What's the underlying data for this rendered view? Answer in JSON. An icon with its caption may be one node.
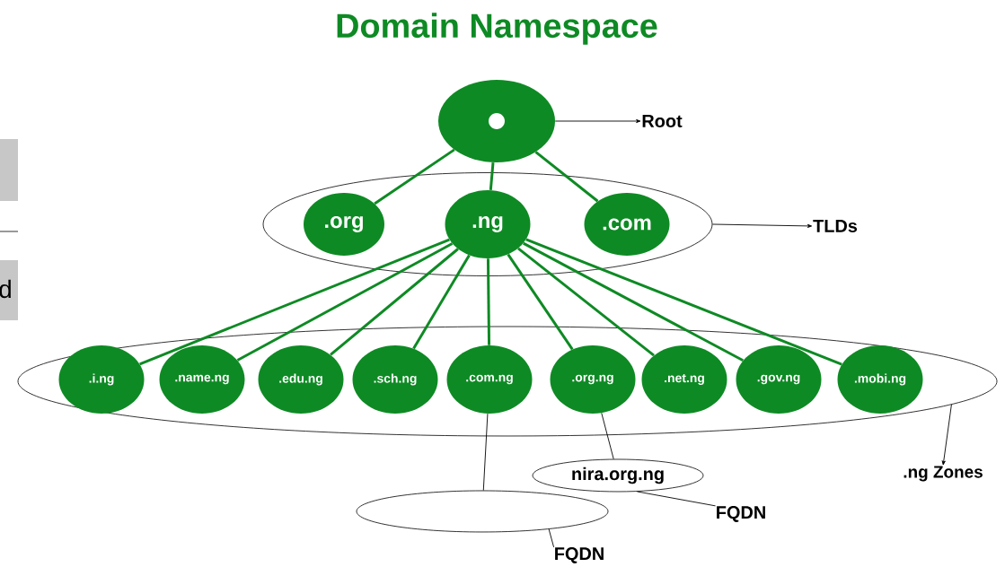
{
  "diagram": {
    "title": "Domain Namespace",
    "nodes": [
      {
        "text": [],
        "shape": "ellipse"
      },
      {
        "text": [],
        "shape": "ellipse"
      },
      {
        "text": [
          ".org"
        ],
        "in": 1
      },
      {
        "text": [
          ".ng"
        ],
        "in": 1
      },
      {
        "text": [
          ".com"
        ],
        "in": 1
      },
      {
        "text": [],
        "shape": "ellipse"
      },
      {
        "text": [
          ".i.ng"
        ],
        "in": 5
      },
      {
        "text": [
          ".name.ng"
        ],
        "in": 5
      },
      {
        "text": [
          ".edu.ng"
        ],
        "in": 5
      },
      {
        "text": [
          ".sch.ng"
        ],
        "in": 5
      },
      {
        "text": [
          ".com.ng"
        ],
        "in": 5
      },
      {
        "text": [
          ".org.ng"
        ],
        "in": 5
      },
      {
        "text": [
          ".net.ng"
        ],
        "in": 5
      },
      {
        "text": [
          ".gov.ng"
        ],
        "in": 5
      },
      {
        "text": [
          ".mobi.ng"
        ],
        "in": 5
      },
      {
        "text": [
          "nira.org.ng"
        ]
      },
      {
        "text": [],
        "shape": "ellipse"
      },
      {
        "text": [
          "Root"
        ]
      },
      {
        "text": [
          "TLDs"
        ]
      },
      {
        "text": [
          ".ng Zones"
        ]
      },
      {
        "text": [
          "FQDN"
        ]
      },
      {
        "text": [
          "FQDN"
        ]
      }
    ],
    "edges": [
      {
        "from": 0,
        "to": 2,
        "arrow": "none"
      },
      {
        "from": 0,
        "to": 3,
        "arrow": "none"
      },
      {
        "from": 0,
        "to": 4,
        "arrow": "none"
      },
      {
        "from": 3,
        "to": 6,
        "arrow": "none"
      },
      {
        "from": 3,
        "to": 7,
        "arrow": "none"
      },
      {
        "from": 3,
        "to": 8,
        "arrow": "none"
      },
      {
        "from": 3,
        "to": 9,
        "arrow": "none"
      },
      {
        "from": 3,
        "to": 10,
        "arrow": "none"
      },
      {
        "from": 3,
        "to": 11,
        "arrow": "none"
      },
      {
        "from": 3,
        "to": 12,
        "arrow": "none"
      },
      {
        "from": 3,
        "to": 13,
        "arrow": "none"
      },
      {
        "from": 3,
        "to": 14,
        "arrow": "none"
      },
      {
        "from": 10,
        "to": 16,
        "arrow": "none",
        "color": "#000000"
      },
      {
        "from": 11,
        "to": 15,
        "arrow": "none",
        "color": "#000000"
      },
      {
        "from": 0,
        "to": 17,
        "arrow": "to",
        "color": "#000000"
      },
      {
        "from": 1,
        "to": 18,
        "arrow": "to",
        "color": "#000000"
      },
      {
        "from": 5,
        "to": 19,
        "arrow": "to",
        "color": "#000000"
      },
      {
        "from": 15,
        "to": 20,
        "arrow": "none",
        "color": "#000000"
      },
      {
        "from": 16,
        "to": 21,
        "arrow": "none",
        "color": "#000000"
      }
    ],
    "labels": [
      "d"
    ]
  }
}
